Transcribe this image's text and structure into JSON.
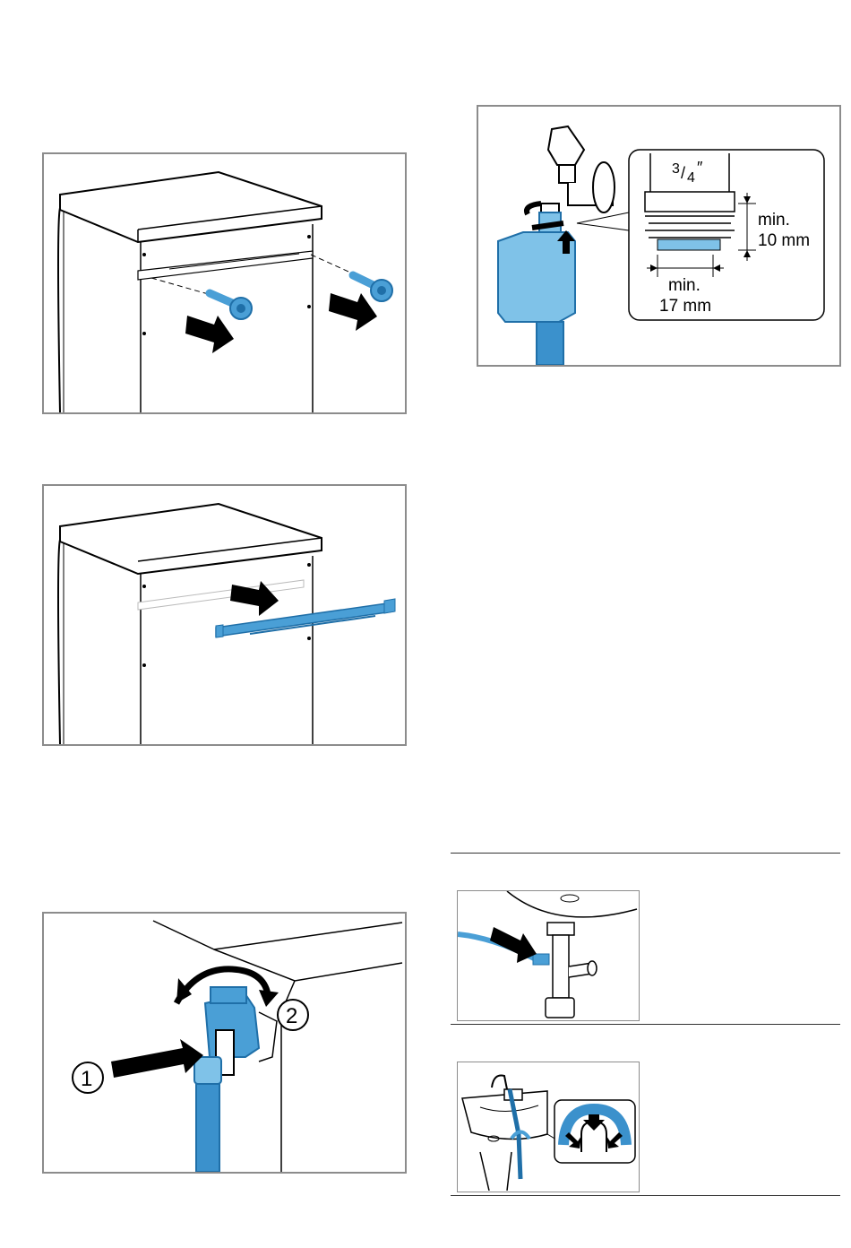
{
  "colors": {
    "accent_blue": "#4a9fd6",
    "accent_blue_dark": "#1f6fa8",
    "hose_blue": "#3b91cc",
    "light_blue": "#7fc2e8",
    "frame_gray": "#8c8c8c",
    "outline": "#000000"
  },
  "figures": {
    "transport_bolts": {
      "icons": [
        "screw-icon",
        "arrow-right-icon"
      ]
    },
    "bracket": {
      "icons": [
        "bracket-icon",
        "arrow-right-icon"
      ]
    },
    "tap_connection": {
      "thread_label_num": "3",
      "thread_label_den": "4",
      "thread_label_mark": "″",
      "height_label_line1": "min.",
      "height_label_line2": "10 mm",
      "width_label_line1": "min.",
      "width_label_line2": "17 mm"
    },
    "hose_connection": {
      "step_1": "1",
      "step_2": "2"
    },
    "sink_drain": {
      "icons": [
        "arrow-right-icon"
      ]
    },
    "basin_drain": {
      "icons": [
        "arrow-down-icon"
      ]
    }
  }
}
